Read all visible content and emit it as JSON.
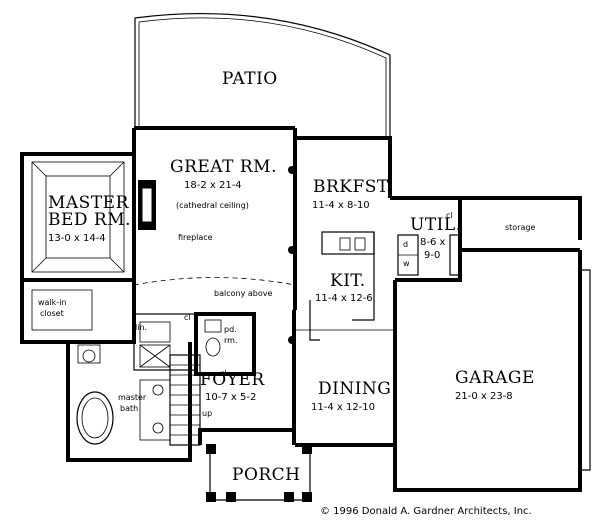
{
  "rooms": {
    "patio": {
      "name": "PATIO"
    },
    "great_rm": {
      "name": "GREAT RM.",
      "dims": "18-2 x 21-4",
      "note": "(cathedral ceiling)"
    },
    "fireplace": {
      "label": "fireplace"
    },
    "balcony": {
      "label": "balcony above"
    },
    "master_bed": {
      "line1": "MASTER",
      "line2": "BED RM.",
      "dims": "13-0 x 14-4"
    },
    "walk_in": {
      "line1": "walk-in",
      "line2": "closet"
    },
    "master_bath": {
      "line1": "master",
      "line2": "bath"
    },
    "brkfst": {
      "name": "BRKFST.",
      "dims": "11-4 x 8-10"
    },
    "kit": {
      "name": "KIT.",
      "dims": "11-4 x 12-6"
    },
    "util": {
      "name": "UTIL.",
      "dims1": "8-6 x",
      "dims2": "9-0"
    },
    "storage": {
      "label": "storage"
    },
    "garage": {
      "name": "GARAGE",
      "dims": "21-0 x 23-8"
    },
    "dining": {
      "name": "DINING",
      "dims": "11-4 x 12-10"
    },
    "foyer": {
      "name": "FOYER",
      "dims": "10-7 x 5-2"
    },
    "porch": {
      "name": "PORCH"
    },
    "pd_rm": {
      "line1": "pd.",
      "line2": "rm."
    },
    "lin": {
      "label": "lin."
    }
  },
  "small_labels": {
    "cl1": "cl",
    "cl2": "cl",
    "cl3": "cl",
    "up": "up",
    "d": "d",
    "w": "w"
  },
  "copyright": "© 1996 Donald A. Gardner Architects, Inc."
}
